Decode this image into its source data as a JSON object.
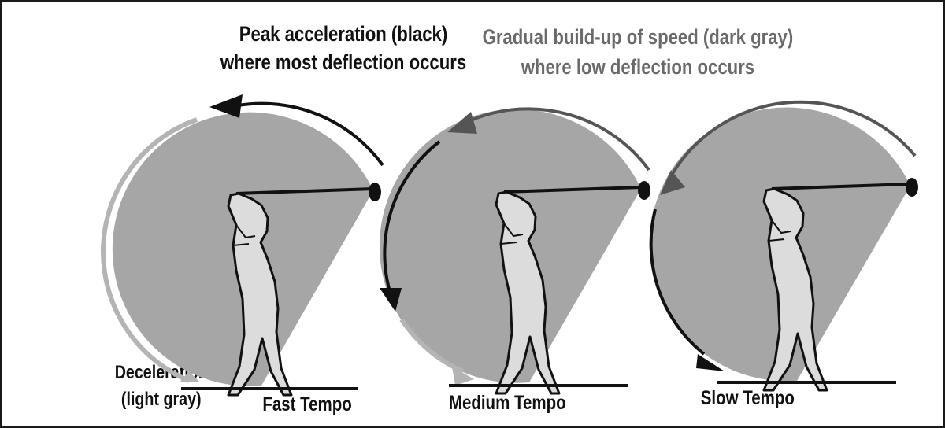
{
  "annotations": {
    "peak_line1": "Peak acceleration (black)",
    "peak_line2": "where most deflection occurs",
    "gradual_line1": "Gradual build-up of speed (dark gray)",
    "gradual_line2": "where low deflection occurs",
    "decel_line1": "Deceleration",
    "decel_line2": "(light gray)"
  },
  "panels": [
    {
      "id": "fast",
      "label": "Fast Tempo"
    },
    {
      "id": "medium",
      "label": "Medium Tempo"
    },
    {
      "id": "slow",
      "label": "Slow Tempo"
    }
  ],
  "colors": {
    "swing_area": "#a6a6a6",
    "golfer_fill": "#dcdcdc",
    "peak_acceleration": "#111111",
    "gradual_speed": "#555555",
    "deceleration": "#b4b4b4",
    "ground": "#111111"
  },
  "icons": [
    "golfer-figure-icon",
    "arrowhead-icon"
  ]
}
